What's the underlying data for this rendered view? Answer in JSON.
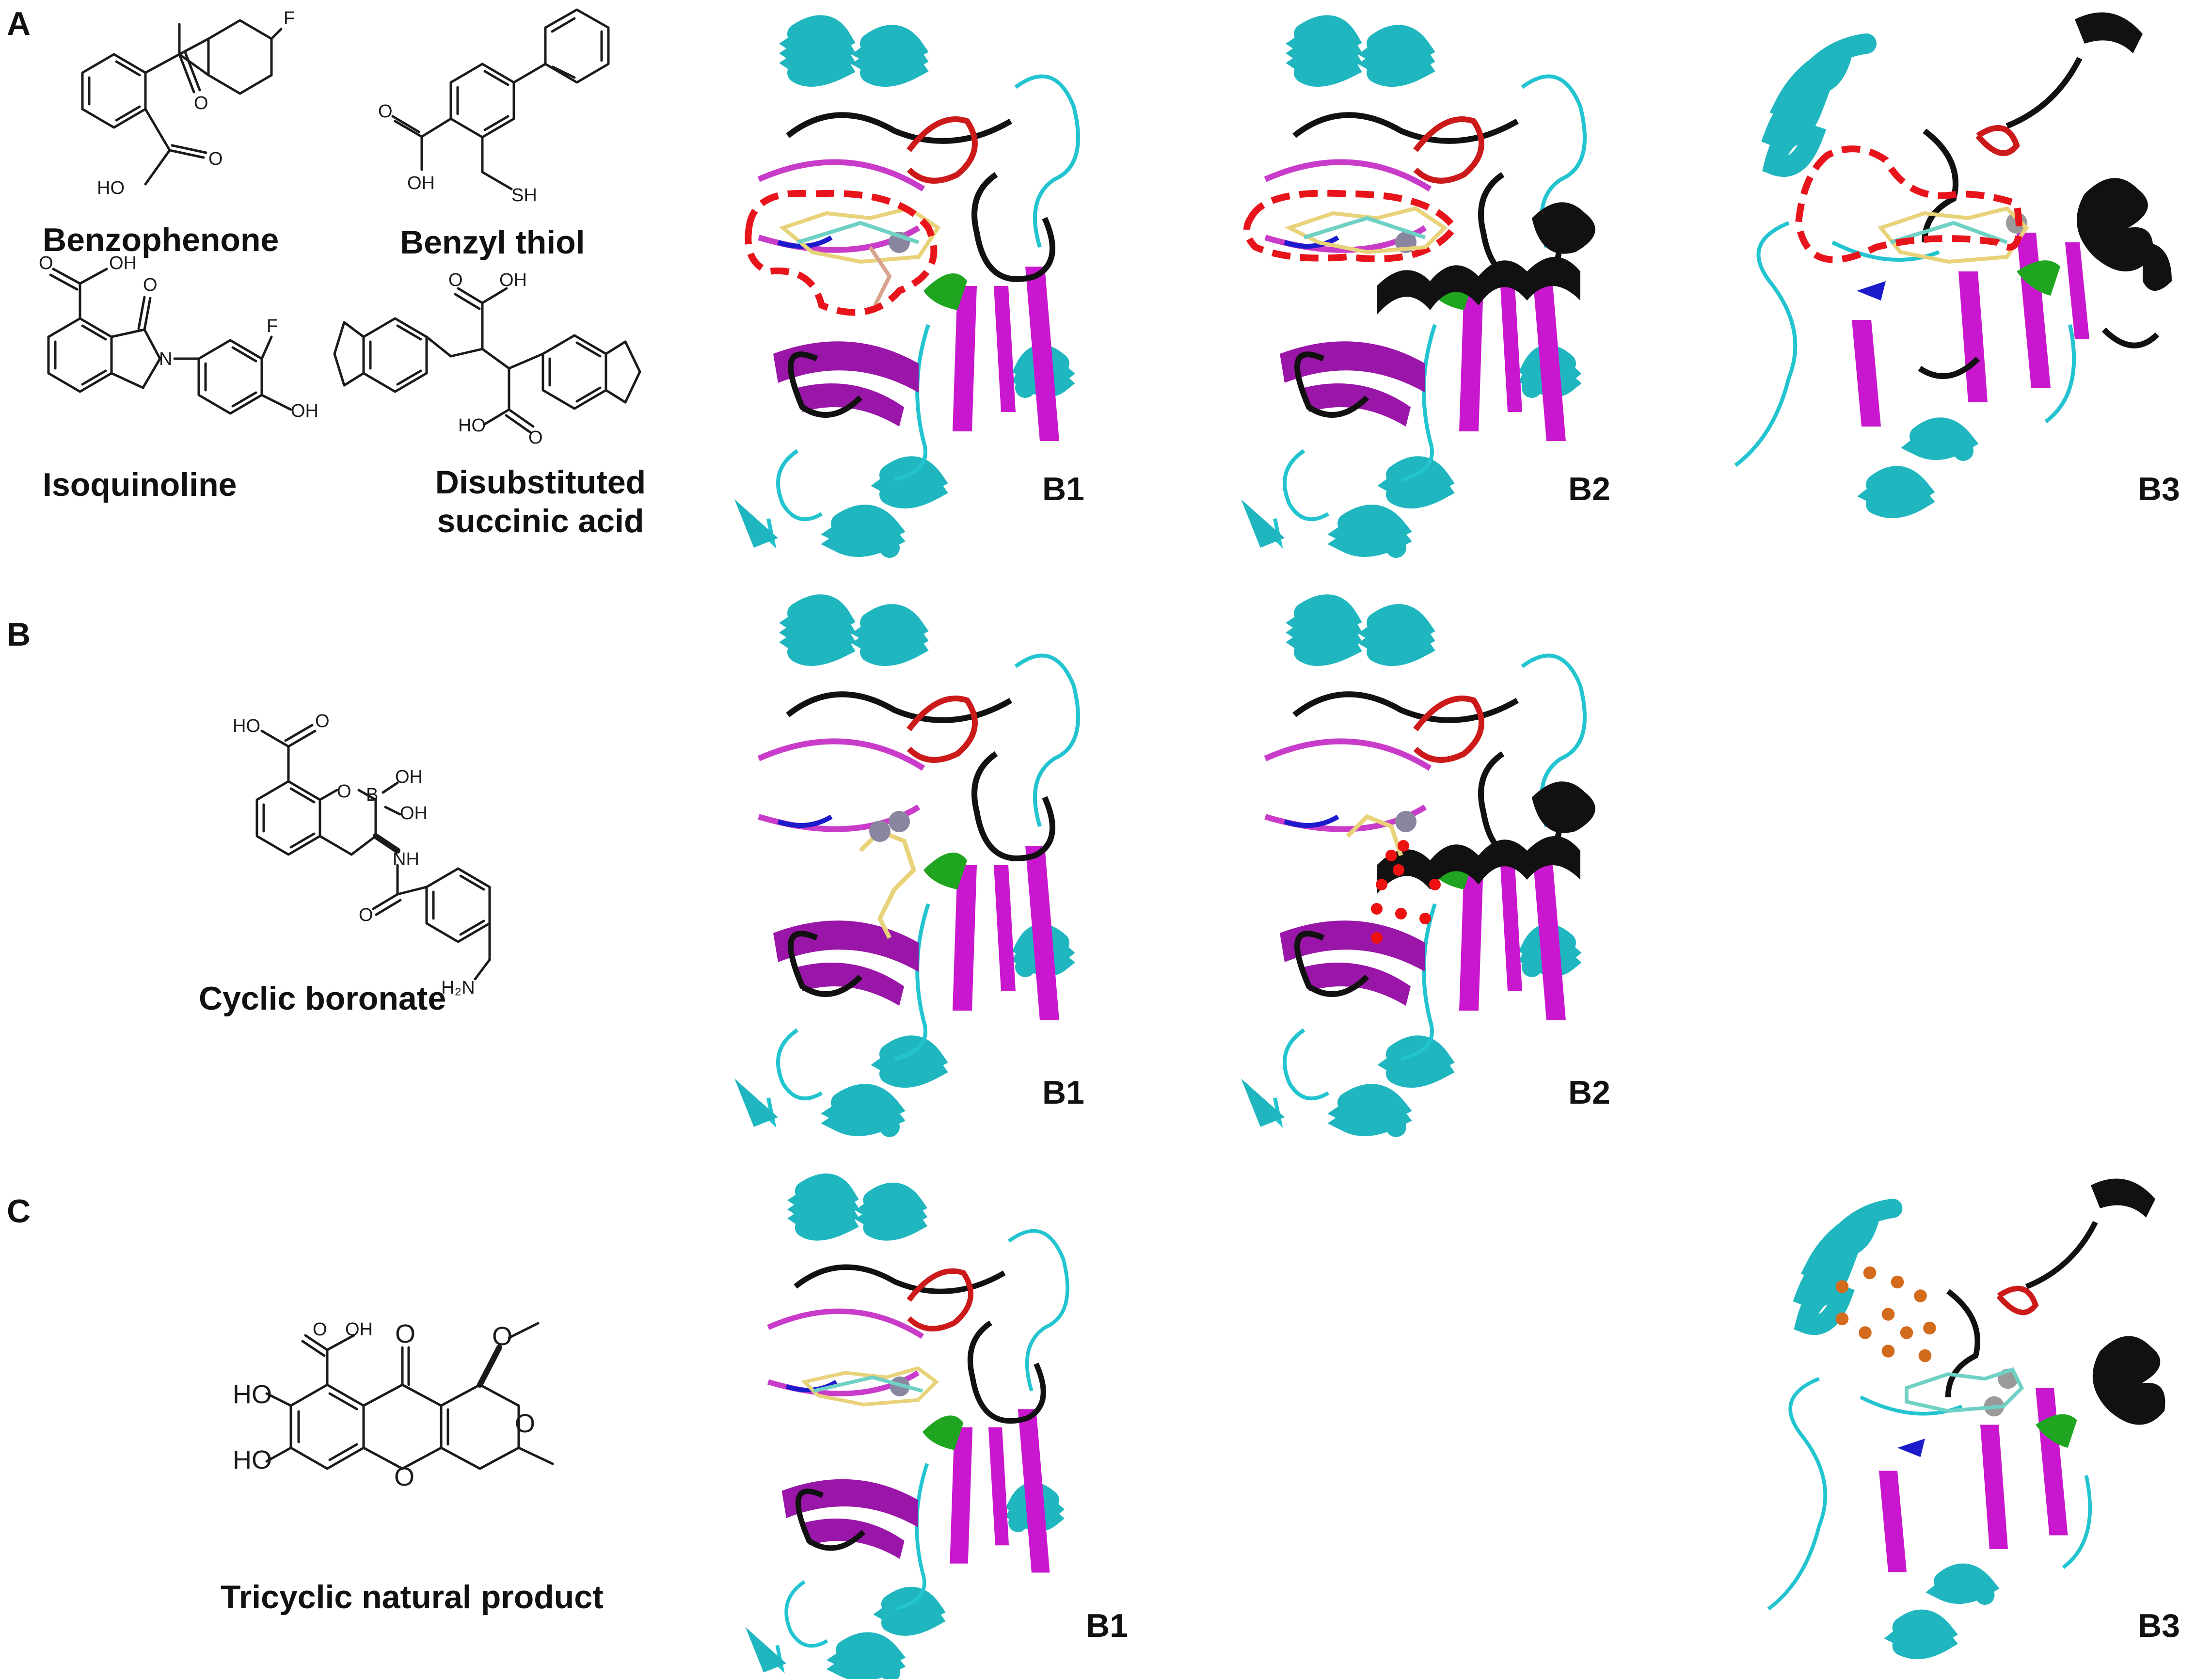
{
  "panels": {
    "A": {
      "letter": "A",
      "molecules": [
        "Benzophenone",
        "Benzyl thiol",
        "Isoquinoline",
        "Disubstituted succinic acid"
      ],
      "structures": [
        "B1",
        "B2",
        "B3"
      ]
    },
    "B": {
      "letter": "B",
      "molecules": [
        "Cyclic boronate"
      ],
      "structures": [
        "B1",
        "B2"
      ]
    },
    "C": {
      "letter": "C",
      "molecules": [
        "Tricyclic natural product"
      ],
      "structures": [
        "B1",
        "B3"
      ]
    }
  },
  "atom_labels": {
    "F": "F",
    "HO": "HO",
    "O": "O",
    "OH": "OH",
    "SH": "SH",
    "N": "N",
    "B": "B",
    "NH": "NH",
    "H2N": "H₂N"
  },
  "colors": {
    "helix": "#1fb6bf",
    "loop": "#22c4cf",
    "strand": "#c917cf",
    "strand_dark": "#9a16a8",
    "black_region": "#111111",
    "red_loop": "#cc1a1a",
    "green_loop": "#1fa51f",
    "blue_loop": "#1b1bcc",
    "zinc": "#8a86a0",
    "ligand": "#e8d27a",
    "pocket_outline": "#e8141b",
    "water_red": "#ee1111",
    "water_orange": "#d36b1d"
  }
}
